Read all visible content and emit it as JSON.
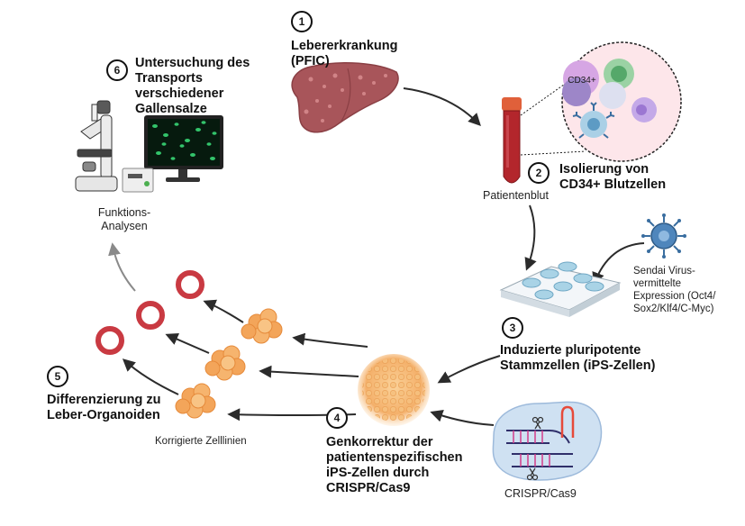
{
  "steps": [
    {
      "number": "1",
      "title": [
        "Lebererkrankung",
        "(PFIC)"
      ]
    },
    {
      "number": "2",
      "title": [
        "Isolierung von",
        "CD34+ Blutzellen"
      ]
    },
    {
      "number": "3",
      "title": [
        "Induzierte pluripotente",
        "Stammzellen (iPS-Zellen)"
      ]
    },
    {
      "number": "4",
      "title": [
        "Genkorrektur der",
        "patientenspezifischen",
        "iPS-Zellen durch",
        "CRISPR/Cas9"
      ]
    },
    {
      "number": "5",
      "title": [
        "Differenzierung zu",
        "Leber-Organoiden"
      ]
    },
    {
      "number": "6",
      "title": [
        "Untersuchung des",
        "Transports",
        "verschiedener",
        "Gallensalze"
      ]
    }
  ],
  "labels": {
    "patient_blood": "Patientenblut",
    "cd34_cell": "CD34+",
    "sendai": [
      "Sendai Virus-",
      "vermittelte",
      "Expression (Oct4/",
      "Sox2/Klf4/C-Myc)"
    ],
    "crispr": "CRISPR/Cas9",
    "corrected_lines": "Korrigierte Zelllinien",
    "function_analysis": [
      "Funktions-",
      "Analysen"
    ]
  },
  "colors": {
    "liver": "#a8555a",
    "blood": "#b3262c",
    "cap": "#e0603a",
    "plate": "#e6eef3",
    "well": "#a9d3e6",
    "organoid": "#c93a42",
    "ips": "#f3a55a",
    "virus": "#3a6ea0",
    "bacterium": "#cfe1f2",
    "monitor_cells": "#33c46b",
    "arrow": "#2b2b2b"
  }
}
